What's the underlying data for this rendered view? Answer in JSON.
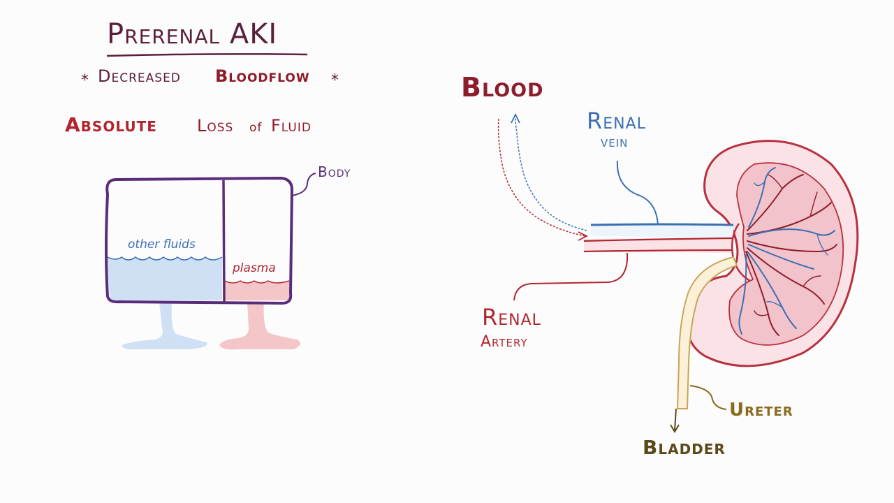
{
  "title": "Prerenal AKI",
  "subtitle": {
    "star": "*",
    "part1": "Decreased",
    "part2": "Bloodflow"
  },
  "heading2": {
    "part1": "Absolute",
    "part2": "Loss",
    "part3": "of",
    "part4": "Fluid"
  },
  "left_diagram": {
    "body_label": "Body",
    "other_fluids_label": "other fluids",
    "plasma_label": "plasma"
  },
  "right_diagram": {
    "blood_label": "Blood",
    "renal_vein_line1": "Renal",
    "renal_vein_line2": "vein",
    "renal_artery_line1": "Renal",
    "renal_artery_line2": "Artery",
    "ureter_label": "Ureter",
    "bladder_label": "Bladder"
  },
  "colors": {
    "title": "#5a1f3a",
    "red": "#b0262f",
    "dark_red": "#8e1c2a",
    "blue": "#3b6fb3",
    "purple": "#5a2d7a",
    "tan": "#8a6a1e",
    "kidney_fill": "#f3c3cc",
    "kidney_outline": "#b8303d",
    "light_blue": "#cfe0f5",
    "light_red": "#f5c6c8"
  }
}
